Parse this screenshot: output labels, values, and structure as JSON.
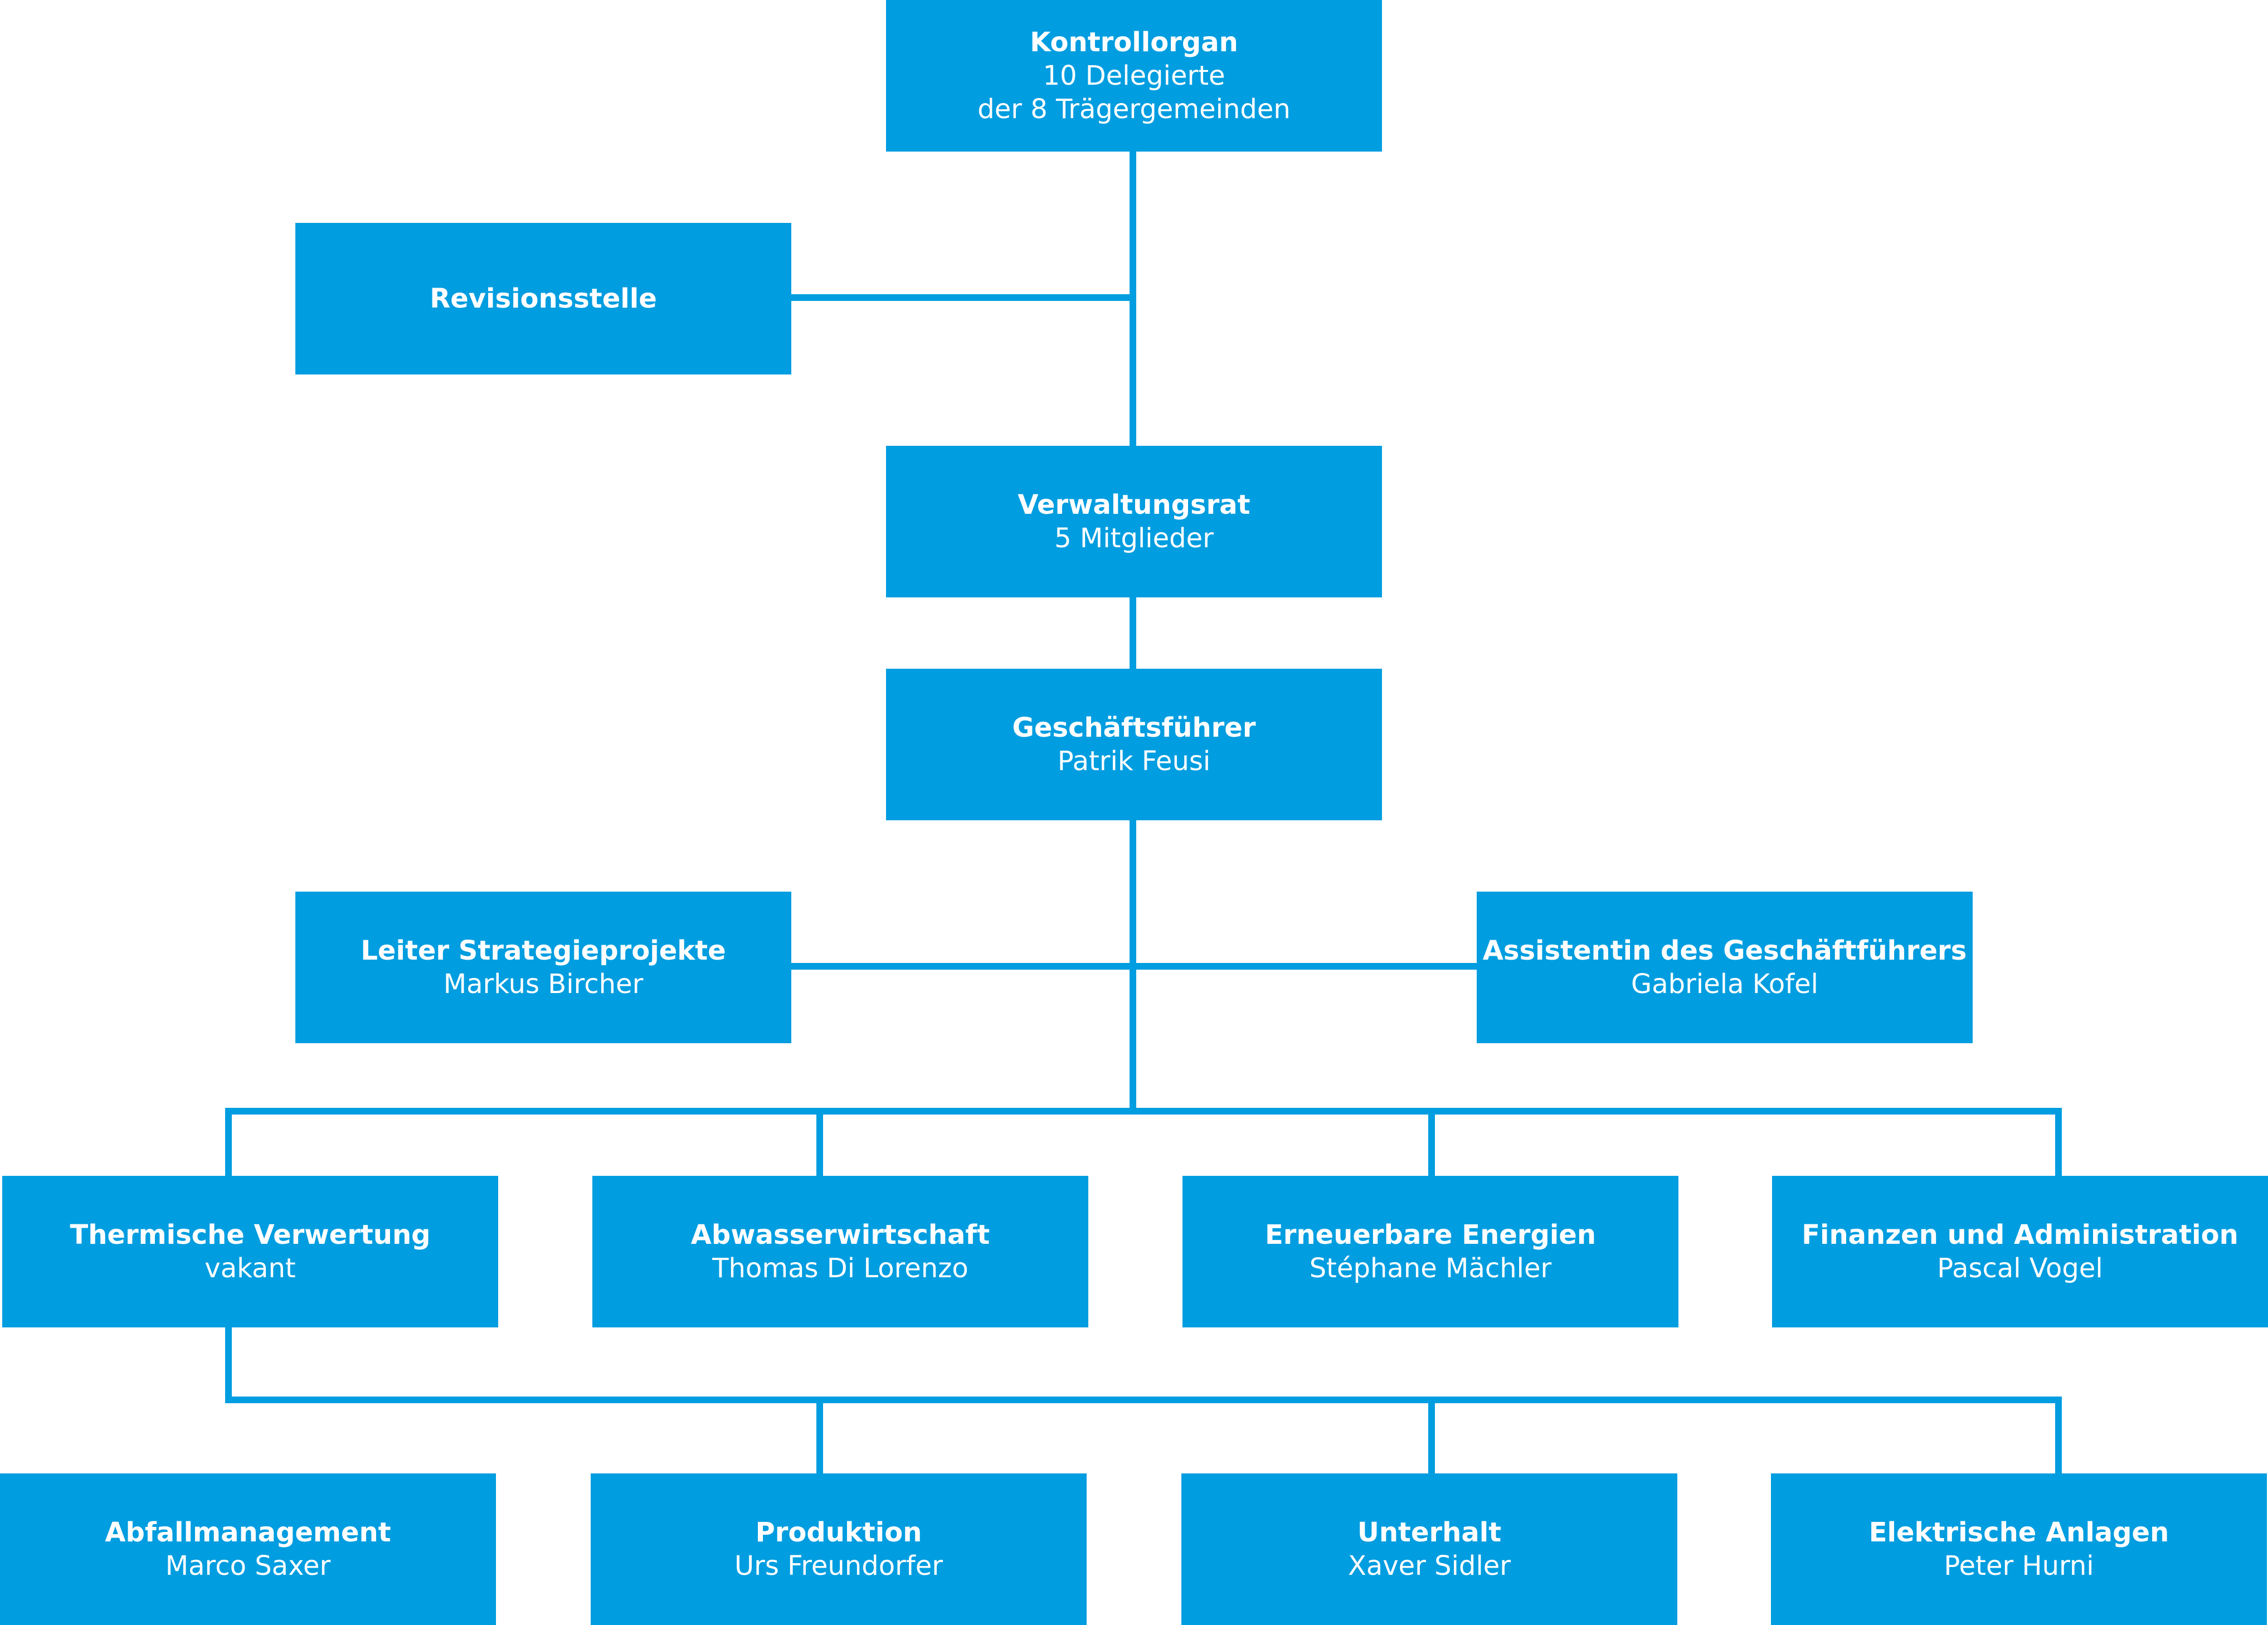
{
  "colors": {
    "box": "#009de0",
    "text": "#ffffff",
    "line": "#009de0",
    "background": "#ffffff"
  },
  "boxes": {
    "kontrollorgan": {
      "title": "Kontrollorgan",
      "line1": "10 Delegierte",
      "line2": "der 8 Trägergemeinden"
    },
    "revisionsstelle": {
      "title": "Revisionsstelle"
    },
    "verwaltungsrat": {
      "title": "Verwaltungsrat",
      "subtitle": "5 Mitglieder"
    },
    "geschaeftsfuehrer": {
      "title": "Geschäftsführer",
      "subtitle": "Patrik Feusi"
    },
    "strategie": {
      "title": "Leiter Strategieprojekte",
      "subtitle": "Markus Bircher"
    },
    "assistentin": {
      "title": "Assistentin des Geschäftführers",
      "subtitle": "Gabriela Kofel"
    },
    "thermisch": {
      "title": "Thermische Verwertung",
      "subtitle": "vakant"
    },
    "abwasser": {
      "title": "Abwasserwirtschaft",
      "subtitle": "Thomas Di Lorenzo"
    },
    "erneuerbar": {
      "title": "Erneuerbare Energien",
      "subtitle": "Stéphane Mächler"
    },
    "finanzen": {
      "title": "Finanzen und Administration",
      "subtitle": "Pascal Vogel"
    },
    "abfall": {
      "title": "Abfallmanagement",
      "subtitle": "Marco Saxer"
    },
    "produktion": {
      "title": "Produktion",
      "subtitle": "Urs Freundorfer"
    },
    "unterhalt": {
      "title": "Unterhalt",
      "subtitle": "Xaver Sidler"
    },
    "elektrisch": {
      "title": "Elektrische Anlagen",
      "subtitle": "Peter Hurni"
    }
  }
}
